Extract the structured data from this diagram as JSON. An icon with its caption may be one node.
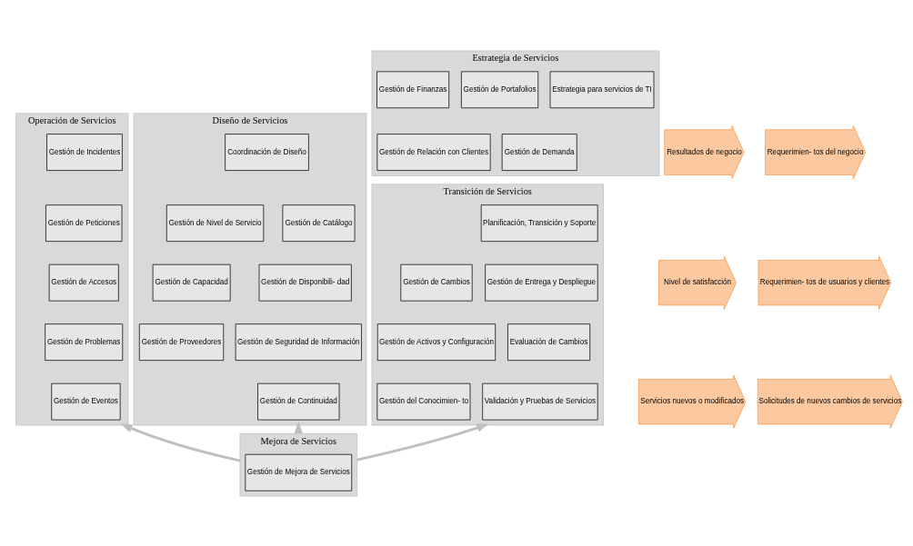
{
  "diagram": {
    "nodes": [
      {
        "text": [
          "Estrategia de Servicios"
        ]
      },
      {
        "text": [
          "Gestión de Relación con Clientes"
        ],
        "in": 0
      },
      {
        "text": [
          "Gestión de Demanda"
        ],
        "in": 0
      },
      {
        "text": [
          "Estrategia para servicios de TI"
        ],
        "in": 0
      },
      {
        "text": [
          "Gestión de Finanzas"
        ],
        "in": 0
      },
      {
        "text": [
          "Gestión de Portafolios"
        ],
        "in": 0
      },
      {
        "text": [
          "Requerimien- tos del negocio"
        ]
      },
      {
        "text": [
          "Requerimien- tos de usuarios y clientes"
        ]
      },
      {
        "text": [
          "Solicitudes de nuevos cambios de servicios"
        ]
      },
      {
        "text": [
          "Diseño de Servicios"
        ]
      },
      {
        "text": [
          "Coordinación de Diseño"
        ],
        "in": 9
      },
      {
        "text": [
          "Gestión de Catálogo"
        ],
        "in": 9
      },
      {
        "text": [
          "Gestión de Nivel de Servicio"
        ],
        "in": 9
      },
      {
        "text": [
          "Gestión de Disponibili- dad"
        ],
        "in": 9
      },
      {
        "text": [
          "Gestión de Capacidad"
        ],
        "in": 9
      },
      {
        "text": [
          "Gestión de Seguridad de Información"
        ],
        "in": 9
      },
      {
        "text": [
          "Gestión de Proveedores"
        ],
        "in": 9
      },
      {
        "text": [
          "Gestión de Continuidad"
        ],
        "in": 9
      },
      {
        "text": [
          "Transición de Servicios"
        ]
      },
      {
        "text": [
          "Planificación, Transición y Soporte"
        ],
        "in": 18
      },
      {
        "text": [
          "Gestión de Cambios"
        ],
        "in": 18
      },
      {
        "text": [
          "Gestión de Entrega y Despliegue"
        ],
        "in": 18
      },
      {
        "text": [
          "Gestión de Activos y Configuración"
        ],
        "in": 18
      },
      {
        "text": [
          "Evaluación de Cambios"
        ],
        "in": 18
      },
      {
        "text": [
          "Gestión del Conocimien- to"
        ],
        "in": 18
      },
      {
        "text": [
          "Validación y Pruebas de Servicios"
        ],
        "in": 18
      },
      {
        "text": [
          "Operación de Servicios"
        ]
      },
      {
        "text": [
          "Gestión de Incidentes"
        ],
        "in": 26
      },
      {
        "text": [
          "Gestión de Peticiones"
        ],
        "in": 26
      },
      {
        "text": [
          "Gestión de Accesos"
        ],
        "in": 26
      },
      {
        "text": [
          "Gestión de Problemas"
        ],
        "in": 26
      },
      {
        "text": [
          "Gestión de Eventos"
        ],
        "in": 26
      },
      {
        "text": [
          "Resultados de negocio"
        ]
      },
      {
        "text": [
          "Nivel de satisfacción"
        ]
      },
      {
        "text": [
          "Servicios nuevos o modificados"
        ]
      },
      {
        "text": [
          "Mejora de Servicios"
        ]
      },
      {
        "text": [
          "Gestión de Mejora de Servicios"
        ],
        "in": 35
      }
    ],
    "edges": [
      {
        "from": 35,
        "to": 9,
        "arrow": "to"
      },
      {
        "from": 35,
        "to": 18,
        "arrow": "to"
      },
      {
        "from": 35,
        "to": 26,
        "arrow": "to"
      }
    ]
  }
}
